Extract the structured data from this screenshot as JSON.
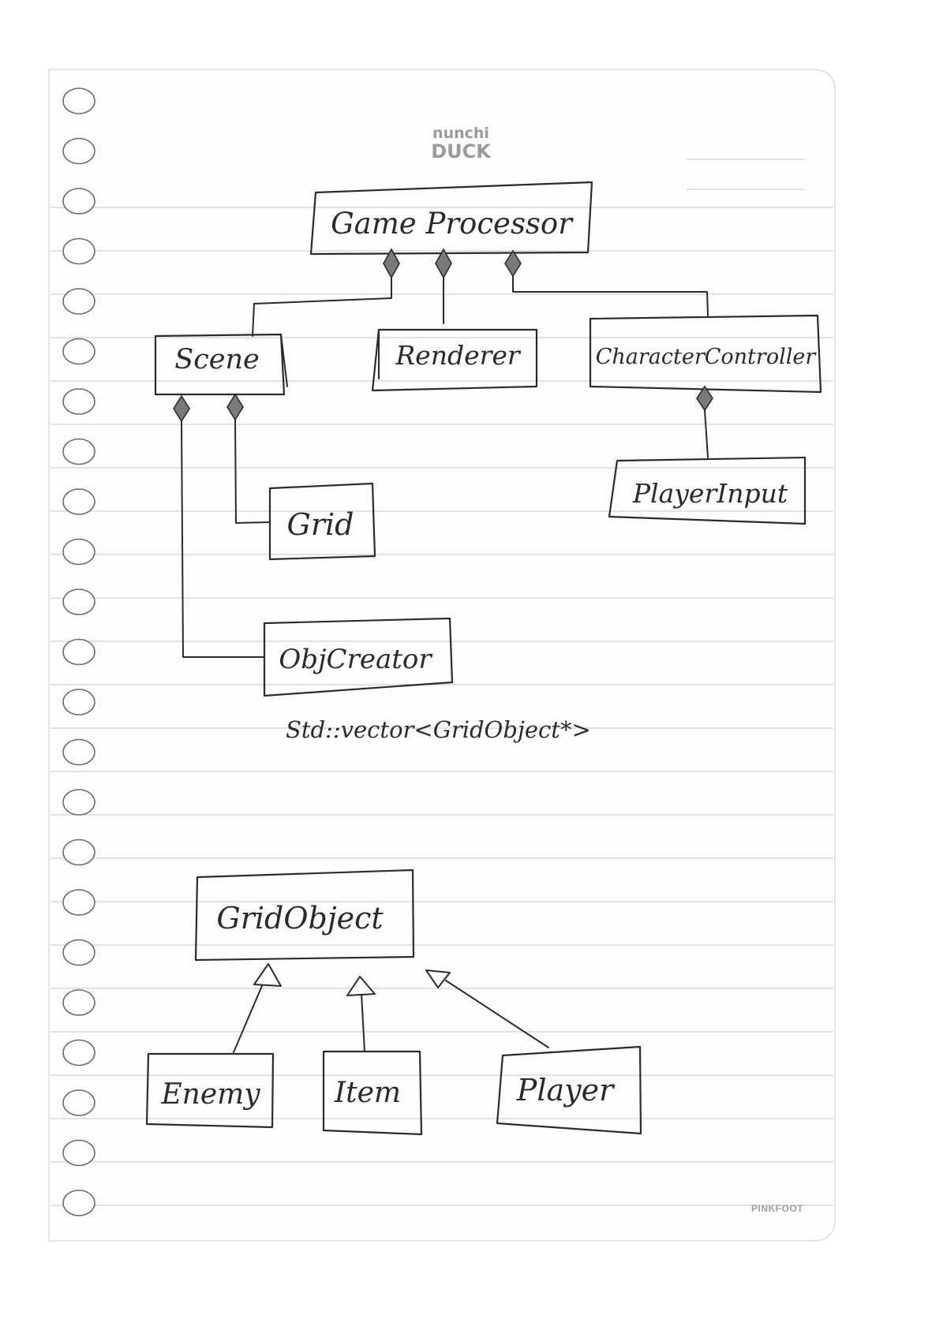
{
  "page": {
    "brand_top": "nunchi",
    "brand_bottom": "DUCK",
    "footer": "PINKFOOT"
  },
  "classes": {
    "game_processor": "Game Processor",
    "scene": "Scene",
    "renderer": "Renderer",
    "character_controller": "CharacterController",
    "player_input": "PlayerInput",
    "grid": "Grid",
    "obj_creator": "ObjCreator",
    "grid_object": "GridObject",
    "enemy": "Enemy",
    "item": "Item",
    "player": "Player"
  },
  "annotations": {
    "obj_creator_note": "Std::vector<GridObject*>"
  },
  "relations": {
    "composition": [
      [
        "game_processor",
        "scene"
      ],
      [
        "game_processor",
        "renderer"
      ],
      [
        "game_processor",
        "character_controller"
      ],
      [
        "scene",
        "grid"
      ],
      [
        "scene",
        "obj_creator"
      ],
      [
        "character_controller",
        "player_input"
      ]
    ],
    "inheritance": [
      [
        "enemy",
        "grid_object"
      ],
      [
        "item",
        "grid_object"
      ],
      [
        "player",
        "grid_object"
      ]
    ]
  }
}
